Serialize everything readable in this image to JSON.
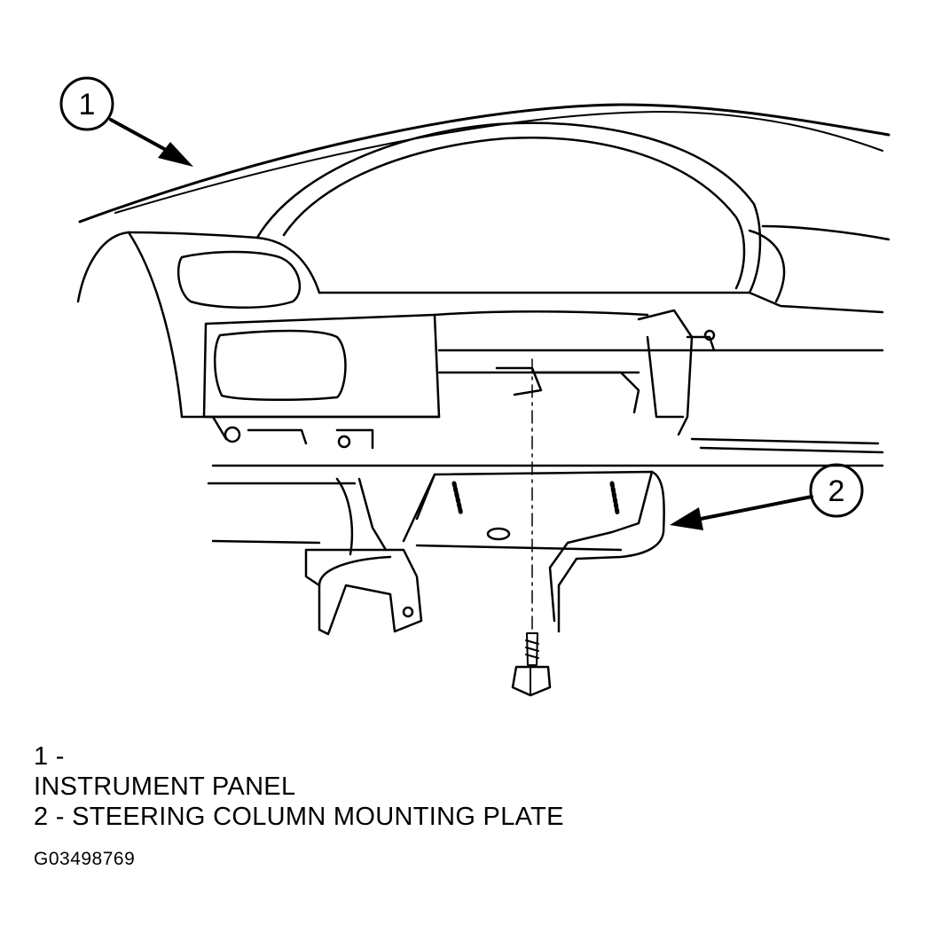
{
  "callouts": [
    {
      "number": "1",
      "label_prefix": "1 -",
      "label": "INSTRUMENT PANEL"
    },
    {
      "number": "2",
      "label_prefix": "",
      "label": "2 - STEERING COLUMN MOUNTING PLATE"
    }
  ],
  "figure_id": "G03498769",
  "colors": {
    "line": "#000000",
    "background": "#ffffff"
  }
}
